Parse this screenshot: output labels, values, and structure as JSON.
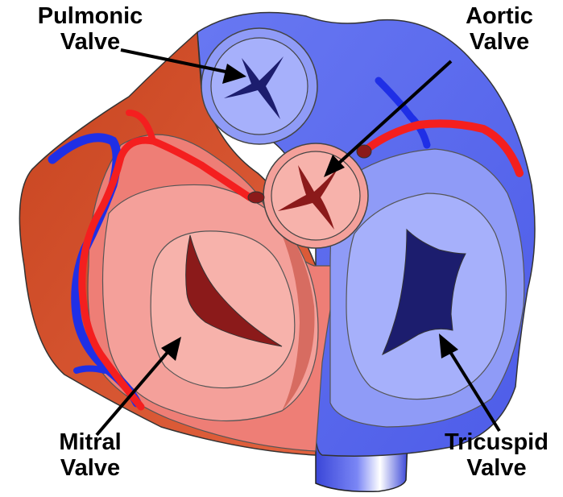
{
  "labels": {
    "pulmonic": {
      "line1": "Pulmonic",
      "line2": "Valve"
    },
    "aortic": {
      "line1": "Aortic",
      "line2": "Valve"
    },
    "mitral": {
      "line1": "Mitral",
      "line2": "Valve"
    },
    "tricuspid": {
      "line1": "Tricuspid",
      "line2": "Valve"
    }
  },
  "colors": {
    "oxygenated_outer": "#d9573a",
    "oxygenated_wall": "#ee7e76",
    "oxygenated_inner": "#f4a09a",
    "valve_dark_red": "#8b1a1a",
    "deoxygenated_outer": "#5e6ef0",
    "deoxygenated_wall": "#8f9bf7",
    "deoxygenated_inner": "#a6b0fb",
    "valve_dark_blue": "#1c1d6e",
    "vein_blue": "#1f2fe6",
    "artery_red": "#f41f1f"
  }
}
